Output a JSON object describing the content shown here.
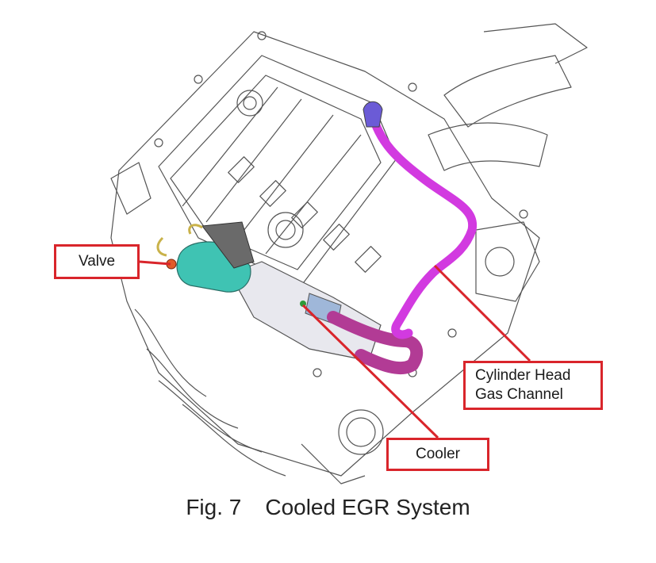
{
  "figure": {
    "label_valve": "Valve",
    "label_cylinder_head_line1": "Cylinder Head",
    "label_cylinder_head_line2": "Gas Channel",
    "label_cooler": "Cooler",
    "caption_number": "Fig. 7",
    "caption_title": "Cooled EGR System"
  },
  "colors": {
    "callout_red": "#d9252b",
    "valve_teal": "#3fc3b3",
    "channel_magenta": "#d23ae0",
    "cooler_pipe": "#b23b95",
    "line_art": "#555555"
  }
}
